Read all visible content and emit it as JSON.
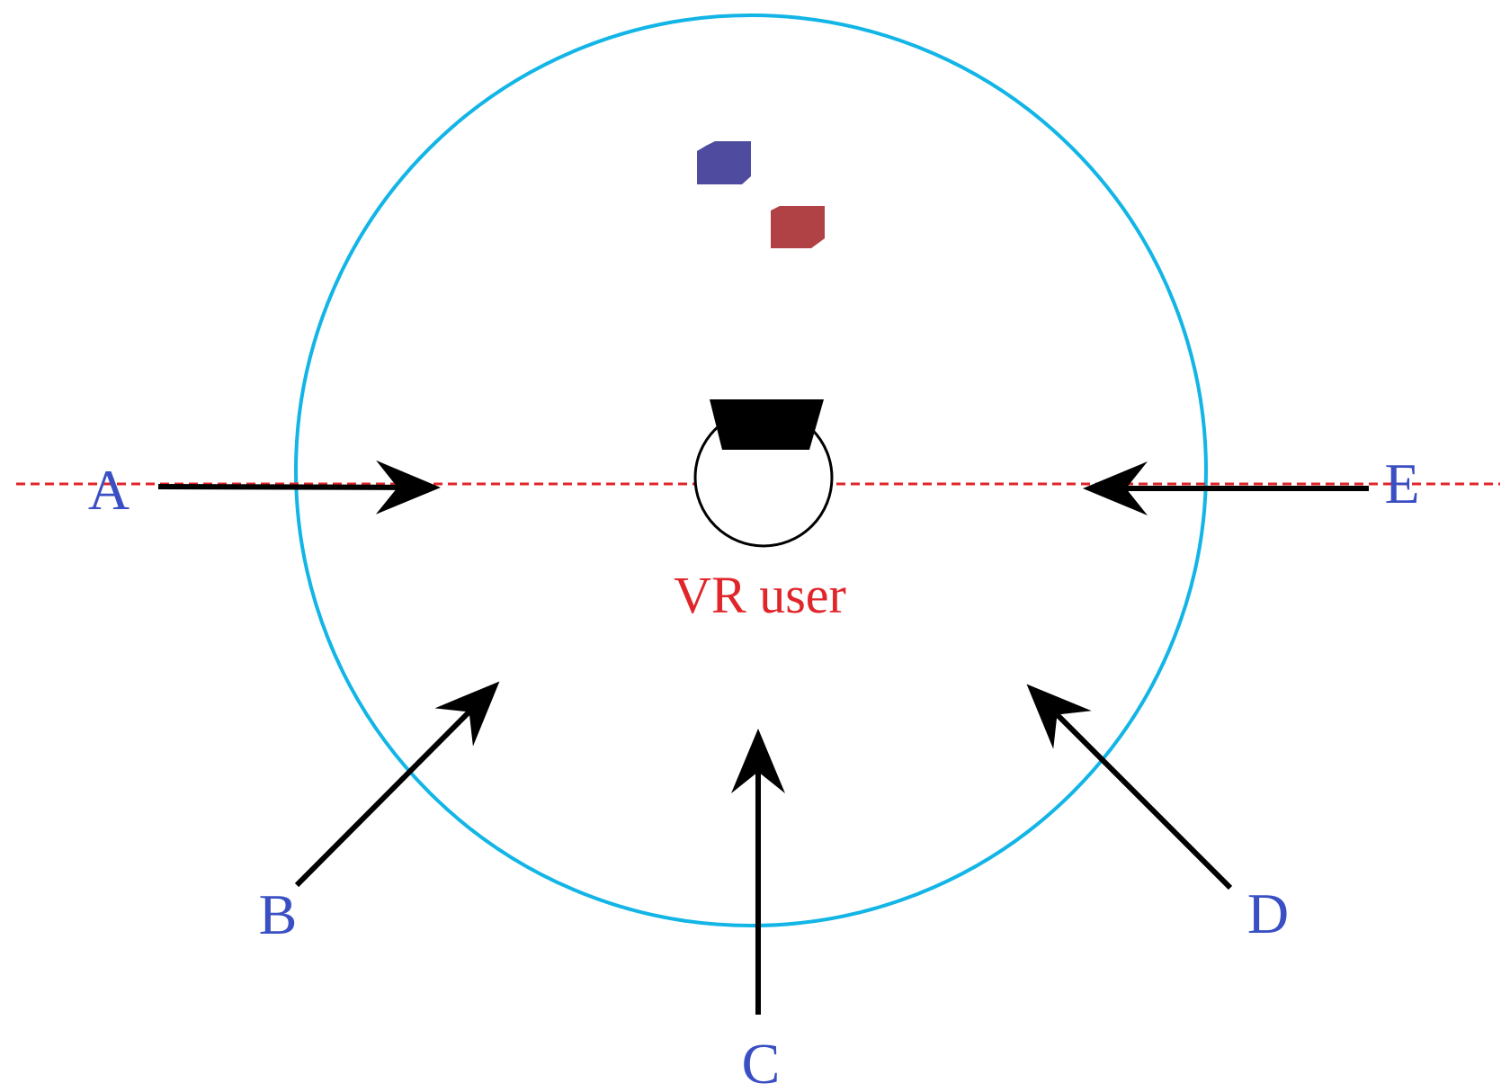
{
  "labels": {
    "a": "A",
    "b": "B",
    "c": "C",
    "d": "D",
    "e": "E",
    "vr_user": "VR user"
  },
  "colors": {
    "boundary_circle": "#12b5e6",
    "guide_line": "#e0262a",
    "approach_arrows": "#000000",
    "position_labels": "#3a4fc4",
    "user_label": "#e0262a",
    "object_blue": "#4f4b9f",
    "object_red": "#b04145",
    "headset": "#000000"
  },
  "icons": {
    "user": "user-head-icon",
    "headset": "vr-headset-icon",
    "object_blue": "blue-cube-icon",
    "object_red": "red-cube-icon"
  }
}
